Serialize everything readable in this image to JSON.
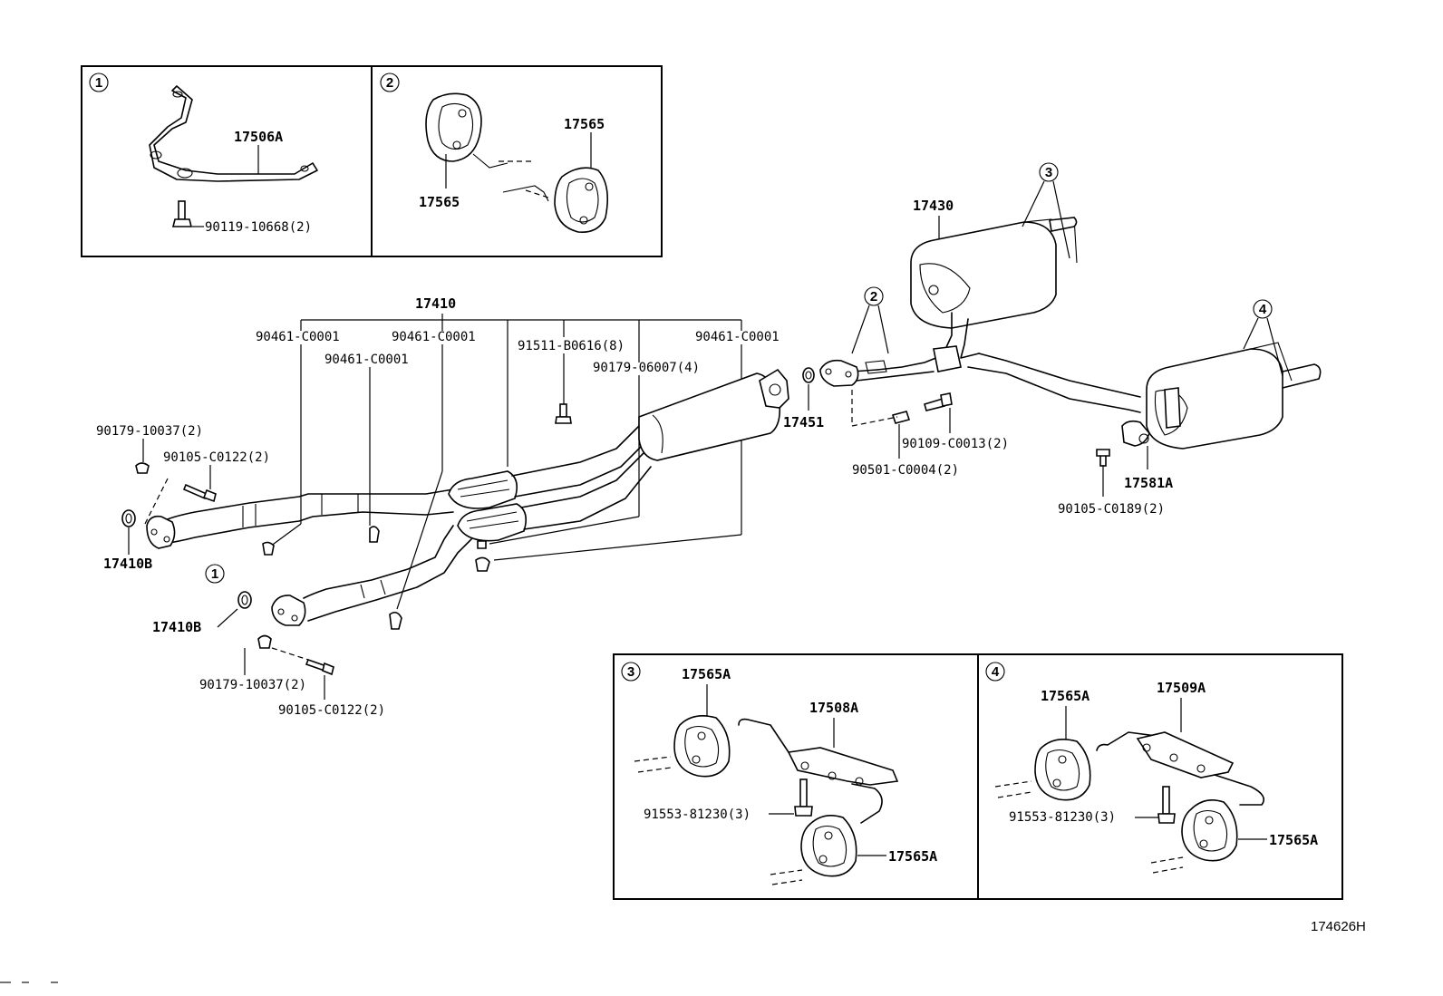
{
  "drawing_id": "174626H",
  "insets": [
    {
      "number": "1",
      "parts": [
        "17506A",
        "90119-10668(2)"
      ]
    },
    {
      "number": "2",
      "parts": [
        "17565",
        "17565"
      ]
    },
    {
      "number": "3",
      "parts": [
        "17565A",
        "17508A",
        "91553-81230(3)",
        "17565A"
      ]
    },
    {
      "number": "4",
      "parts": [
        "17565A",
        "17509A",
        "91553-81230(3)",
        "17565A"
      ]
    }
  ],
  "main_callouts": {
    "assembly": "17410",
    "gasket_c0001_a": "90461-C0001",
    "gasket_c0001_b": "90461-C0001",
    "gasket_c0001_c": "90461-C0001",
    "gasket_c0001_d": "90461-C0001",
    "bolt_b0616": "91511-B0616(8)",
    "nut_06007": "90179-06007(4)",
    "nut_10037_top": "90179-10037(2)",
    "bolt_c0122_top": "90105-C0122(2)",
    "gasket_left_top": "17410B",
    "gasket_left_bottom": "17410B",
    "nut_10037_bottom": "90179-10037(2)",
    "bolt_c0122_bottom": "90105-C0122(2)",
    "ref_1": "1",
    "muffler": "17430",
    "gasket_17451": "17451",
    "bolt_c0013": "90109-C0013(2)",
    "spring_c0004": "90501-C0004(2)",
    "ref_2": "2",
    "ref_3": "3",
    "ref_4": "4",
    "hanger_17581a": "17581A",
    "bolt_c0189": "90105-C0189(2)"
  }
}
